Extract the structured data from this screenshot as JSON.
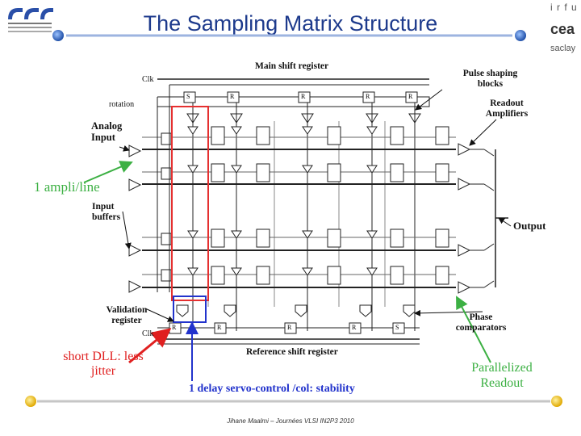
{
  "slide": {
    "title": "The Sampling Matrix Structure",
    "footer": "Jihane Maalmi – Journées VLSI IN2P3 2010"
  },
  "logos": {
    "right_line1": "i r f u",
    "right_line2": "cea",
    "right_line3": "saclay"
  },
  "diagram": {
    "main_shift_register": "Main shift register",
    "clk_top": "Clk",
    "rotation": "rotation",
    "pulse_shaping": "Pulse shaping blocks",
    "readout_amplifiers": "Readout Amplifiers",
    "analog_input": "Analog Input",
    "input_buffers": "Input buffers",
    "output": "Output",
    "validation_register": "Validation register",
    "phase_comparators": "Phase comparators",
    "clk_bottom": "Clk",
    "reference_shift_register": "Reference shift register",
    "cell_R": "R",
    "cell_S": "S"
  },
  "annotations": {
    "ampli_per_line": "1 ampli/line",
    "short_dll": "short DLL: less jitter",
    "delay_servo": "1 delay servo-control /col: stability",
    "parallelized_readout": "Parallelized Readout"
  },
  "colors": {
    "title": "#1d3a8c",
    "green": "#3cb043",
    "red": "#e02020",
    "blue": "#2233cc",
    "highlight_red": "#e53030",
    "gold_dot": "#f5c400",
    "blue_dot": "#2a5fb8"
  }
}
